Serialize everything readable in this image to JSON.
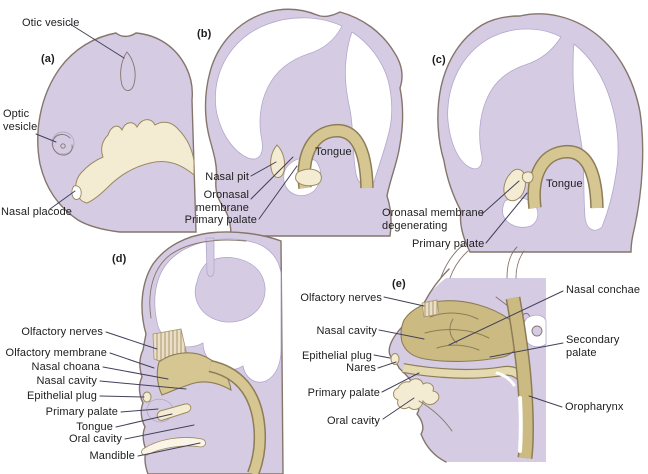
{
  "figure": {
    "description": "Five-stage diagram of embryonic development of the nasal cavities and palate, sagittal sections",
    "colors": {
      "background": "#ffffff",
      "lavender": "#d5cce4",
      "head_outline": "#85756b",
      "inner_line": "#b3a7cc",
      "cream": "#f3ecd2",
      "cream_outline": "#9b8a60",
      "tan": "#d6c692",
      "tan_outline": "#8d7c55",
      "olive": "#cbbb82",
      "palate_light": "#e4d9af",
      "leader_line": "#44405a",
      "text": "#1d1d1d"
    }
  },
  "panel_a": {
    "letter": "(a)",
    "labels": {
      "otic_vesicle": "Otic vesicle",
      "optic_vesicle": "Optic\nvesicle",
      "nasal_placode": "Nasal placode"
    }
  },
  "panel_b": {
    "letter": "(b)",
    "labels": {
      "nasal_pit": "Nasal pit",
      "oronasal_membrane": "Oronasal\nmembrane",
      "primary_palate": "Primary palate",
      "tongue": "Tongue"
    }
  },
  "panel_c": {
    "letter": "(c)",
    "labels": {
      "oronasal_membrane_degenerating": "Oronasal membrane\ndegenerating",
      "primary_palate": "Primary palate",
      "tongue": "Tongue"
    }
  },
  "panel_d": {
    "letter": "(d)",
    "labels": {
      "olfactory_nerves": "Olfactory nerves",
      "olfactory_membrane": "Olfactory membrane",
      "nasal_choana": "Nasal choana",
      "nasal_cavity": "Nasal cavity",
      "epithelial_plug": "Epithelial plug",
      "primary_palate": "Primary palate",
      "tongue": "Tongue",
      "oral_cavity": "Oral cavity",
      "mandible": "Mandible"
    }
  },
  "panel_e": {
    "letter": "(e)",
    "labels": {
      "olfactory_nerves": "Olfactory nerves",
      "nasal_cavity": "Nasal cavity",
      "epithelial_plug": "Epithelial plug",
      "nares": "Nares",
      "primary_palate": "Primary palate",
      "oral_cavity": "Oral cavity",
      "nasal_conchae": "Nasal conchae",
      "secondary_palate": "Secondary\npalate",
      "oropharynx": "Oropharynx"
    }
  }
}
